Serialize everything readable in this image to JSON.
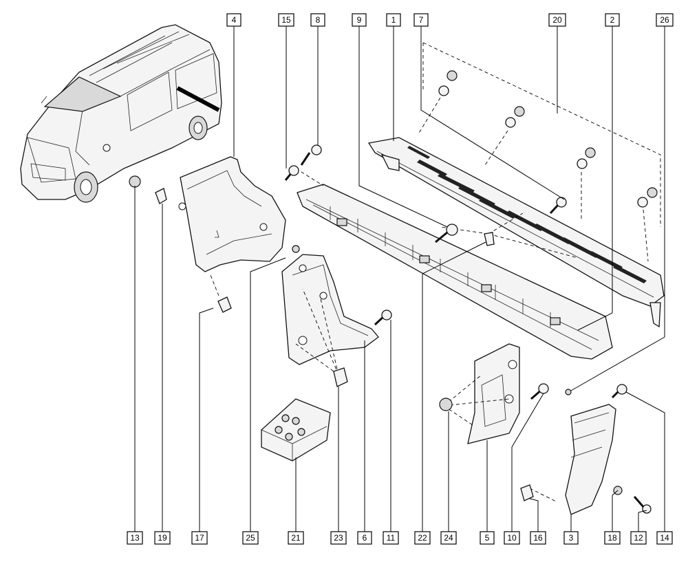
{
  "callouts": {
    "top": [
      {
        "id": "c4",
        "label": "4"
      },
      {
        "id": "c15",
        "label": "15"
      },
      {
        "id": "c8",
        "label": "8"
      },
      {
        "id": "c9",
        "label": "9"
      },
      {
        "id": "c1",
        "label": "1"
      },
      {
        "id": "c7",
        "label": "7"
      },
      {
        "id": "c20",
        "label": "20"
      },
      {
        "id": "c2",
        "label": "2"
      },
      {
        "id": "c26",
        "label": "26"
      }
    ],
    "bottom": [
      {
        "id": "c13",
        "label": "13"
      },
      {
        "id": "c19",
        "label": "19"
      },
      {
        "id": "c17",
        "label": "17"
      },
      {
        "id": "c25",
        "label": "25"
      },
      {
        "id": "c21",
        "label": "21"
      },
      {
        "id": "c23",
        "label": "23"
      },
      {
        "id": "c6",
        "label": "6"
      },
      {
        "id": "c11",
        "label": "11"
      },
      {
        "id": "c22",
        "label": "22"
      },
      {
        "id": "c24",
        "label": "24"
      },
      {
        "id": "c5",
        "label": "5"
      },
      {
        "id": "c10",
        "label": "10"
      },
      {
        "id": "c16",
        "label": "16"
      },
      {
        "id": "c3",
        "label": "3"
      },
      {
        "id": "c18",
        "label": "18"
      },
      {
        "id": "c12",
        "label": "12"
      },
      {
        "id": "c14",
        "label": "14"
      }
    ]
  }
}
